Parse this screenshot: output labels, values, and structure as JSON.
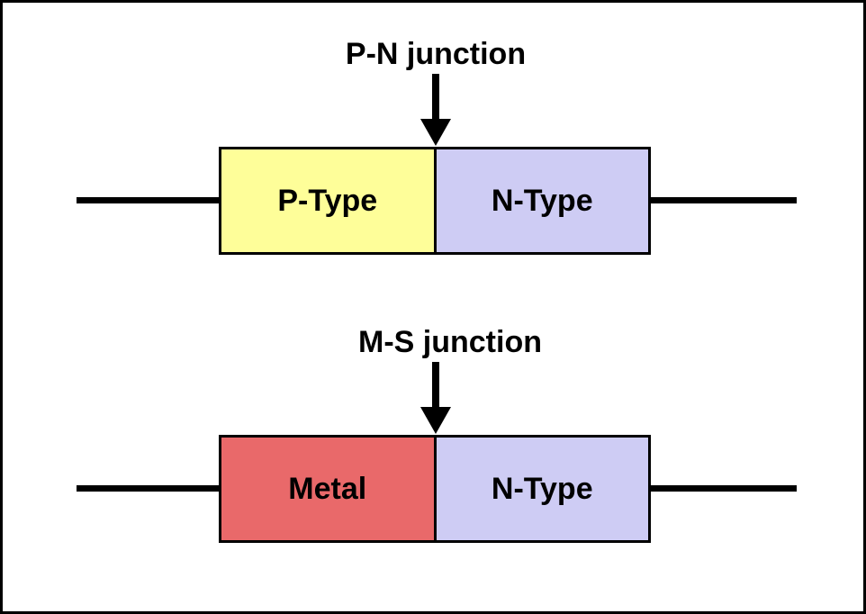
{
  "figure": {
    "background_color": "#ffffff",
    "frame_color": "#000000",
    "line_color": "#000000"
  },
  "colors": {
    "p_type": "#FEFE99",
    "n_type": "#CECCF4",
    "metal": "#E9696A"
  },
  "diagrams": [
    {
      "title": "P-N junction",
      "left_box": {
        "label": "P-Type"
      },
      "right_box": {
        "label": "N-Type"
      }
    },
    {
      "title": "M-S junction",
      "left_box": {
        "label": "Metal"
      },
      "right_box": {
        "label": "N-Type"
      }
    }
  ]
}
